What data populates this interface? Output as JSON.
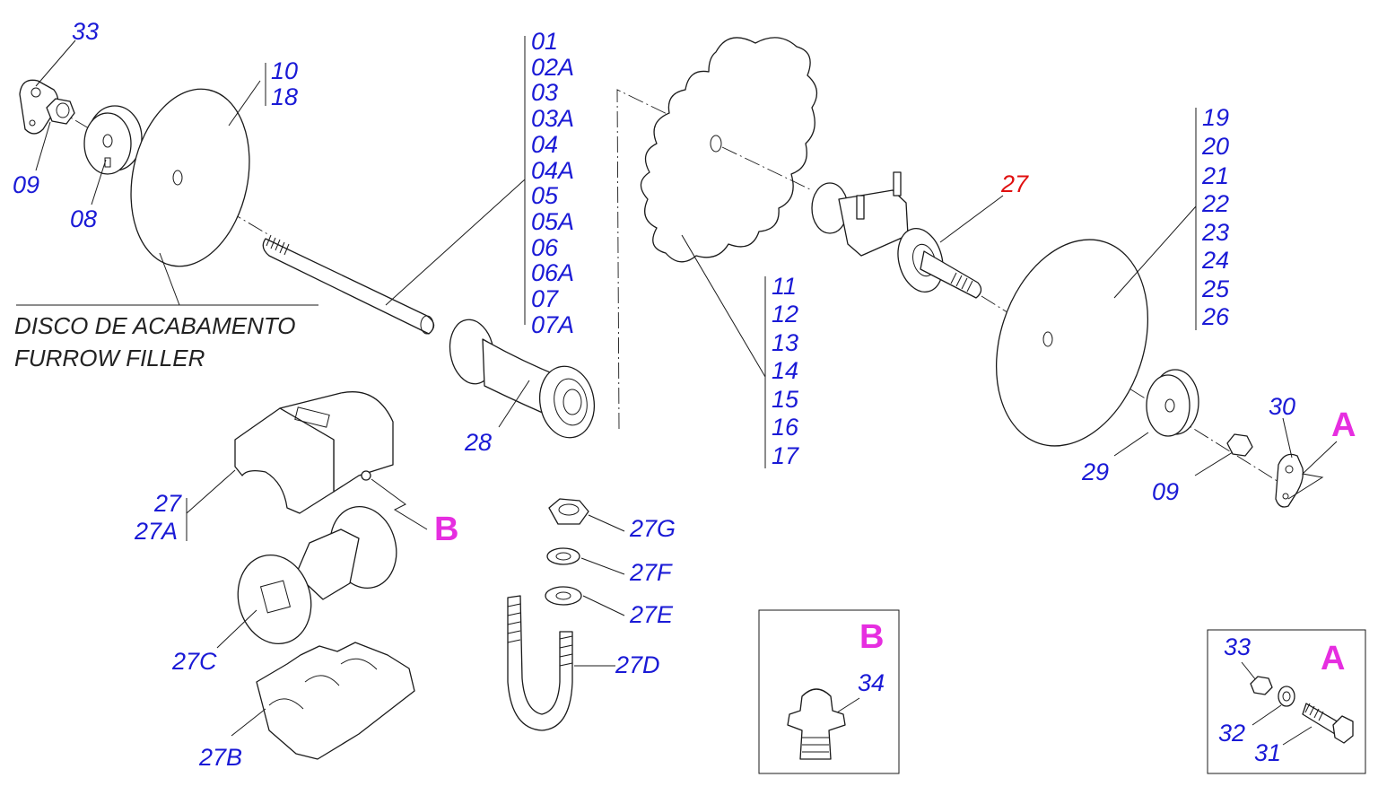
{
  "title": {
    "line1": "DISCO DE ACABAMENTO",
    "line2": "FURROW FILLER"
  },
  "callouts": {
    "c33": "33",
    "c09a": "09",
    "c08": "08",
    "c10": "10",
    "c18": "18",
    "c28": "28",
    "c27red": "27",
    "c29": "29",
    "c09b": "09",
    "c30": "30",
    "detailA_ref": "A",
    "detailB_ref": "B",
    "c27": "27",
    "c27A": "27A",
    "c27C": "27C",
    "c27B": "27B",
    "c27G": "27G",
    "c27F": "27F",
    "c27E": "27E",
    "c27D": "27D"
  },
  "group_axle": [
    "01",
    "02A",
    "03",
    "03A",
    "04",
    "04A",
    "05",
    "05A",
    "06",
    "06A",
    "07",
    "07A"
  ],
  "group_star": [
    "11",
    "12",
    "13",
    "14",
    "15",
    "16",
    "17"
  ],
  "group_disc": [
    "19",
    "20",
    "21",
    "22",
    "23",
    "24",
    "25",
    "26"
  ],
  "detail_b": {
    "title": "B",
    "part": "34"
  },
  "detail_a": {
    "title": "A",
    "p33": "33",
    "p32": "32",
    "p31": "31"
  },
  "colors": {
    "part_number": "#1a1ad6",
    "highlight_number": "#e01010",
    "detail_letter": "#e62ee0",
    "line": "#1a1a1a"
  }
}
